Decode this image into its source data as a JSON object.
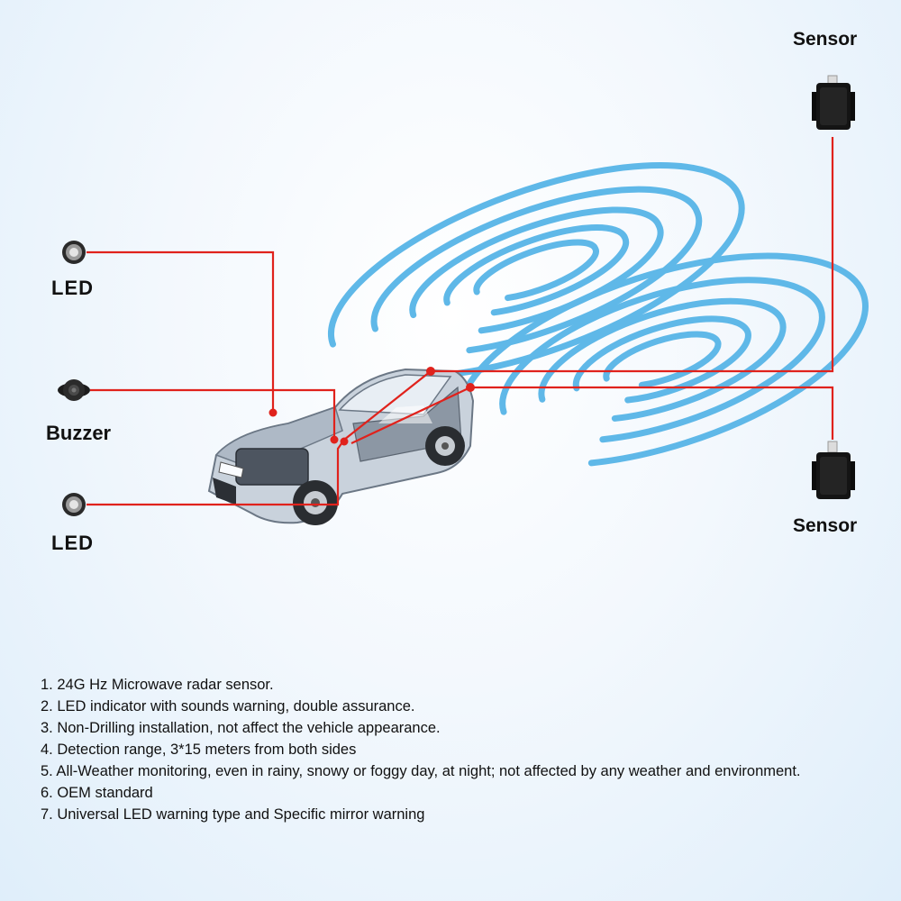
{
  "labels": {
    "sensor_top": "Sensor",
    "sensor_bottom": "Sensor",
    "led_top": "LED",
    "buzzer": "Buzzer",
    "led_bottom": "LED"
  },
  "features": [
    "1.  24G Hz  Microwave radar sensor.",
    "2. LED indicator with sounds warning, double assurance.",
    "3. Non-Drilling installation, not affect the vehicle appearance.",
    "4. Detection range, 3*15 meters from both sides",
    "5. All-Weather monitoring, even in rainy, snowy or foggy day, at night; not affected by any weather and environment.",
    "6. OEM standard",
    "7. Universal LED warning type and Specific mirror  warning"
  ],
  "icons": {
    "sensor": "radar-sensor-icon",
    "led": "led-indicator-icon",
    "buzzer": "buzzer-icon",
    "car": "car-icon"
  },
  "colors": {
    "wire": "#e0221c",
    "wave": "#5fb8e8",
    "device": "#141414"
  }
}
